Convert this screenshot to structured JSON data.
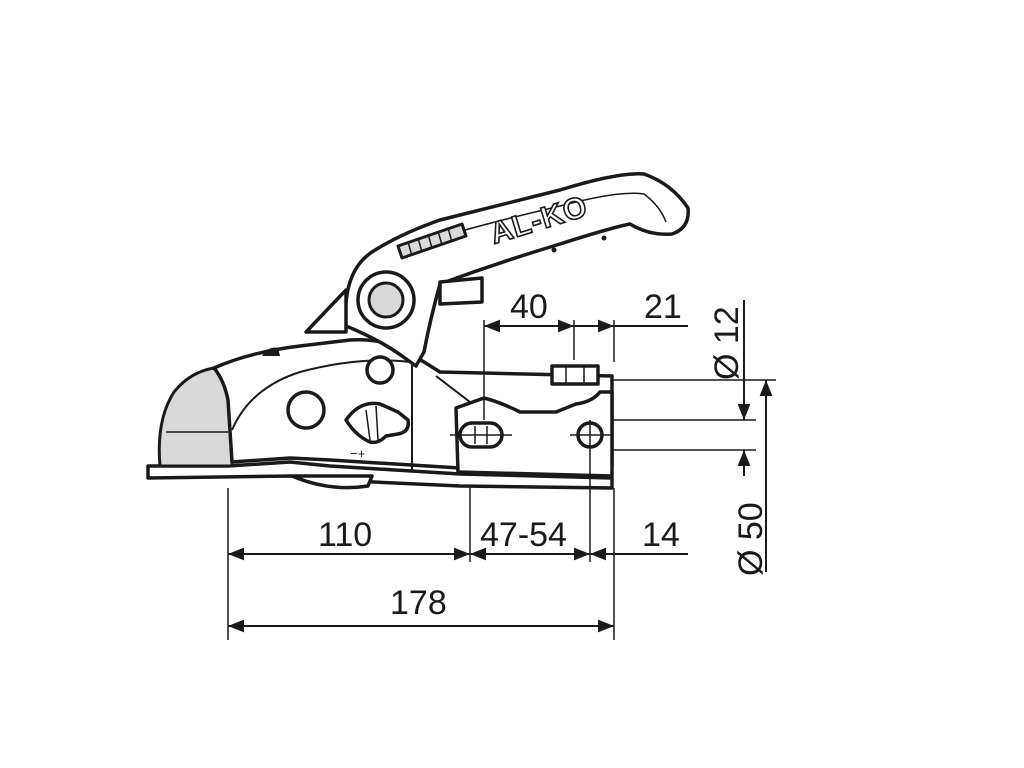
{
  "diagram": {
    "brand_mark": "AL-KO",
    "adjust_marks": "−+",
    "dimensions": {
      "d40": "40",
      "d21": "21",
      "d12": "Ø 12",
      "d50": "Ø 50",
      "d110": "110",
      "d4754": "47-54",
      "d14": "14",
      "d178": "178"
    }
  }
}
